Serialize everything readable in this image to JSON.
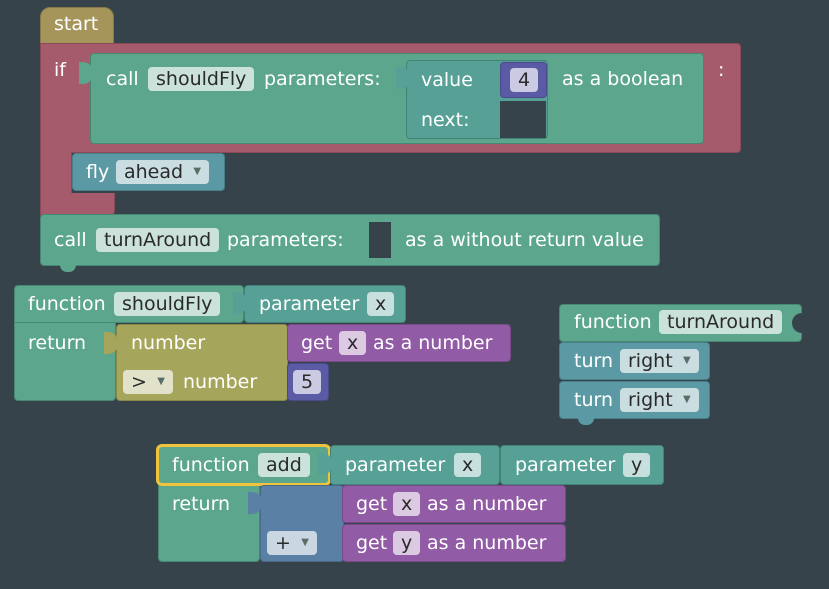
{
  "workspace": {
    "start_label": "start",
    "if_block": {
      "if_label": "if",
      "else_marker": ":",
      "call_label": "call",
      "call_name": "shouldFly",
      "parameters_label": "parameters:",
      "value_label": "value",
      "value_number": "4",
      "next_label": "next:",
      "return_type": "as a boolean"
    },
    "fly_block": {
      "label": "fly",
      "option": "ahead"
    },
    "call_turn": {
      "call_label": "call",
      "name": "turnAround",
      "parameters_label": "parameters:",
      "return_type": "as a without return value"
    },
    "fn_shouldfly": {
      "function_label": "function",
      "name": "shouldFly",
      "parameter_label": "parameter",
      "param": "x",
      "return_label": "return",
      "number_label": "number",
      "operator": ">",
      "number_label2": "number",
      "get_label": "get",
      "get_var": "x",
      "get_type": "as a number",
      "constant": "5"
    },
    "fn_turnaround": {
      "function_label": "function",
      "name": "turnAround",
      "turn1_label": "turn",
      "turn1_option": "right",
      "turn2_label": "turn",
      "turn2_option": "right"
    },
    "fn_add": {
      "function_label": "function",
      "name": "add",
      "param1_label": "parameter",
      "param1": "x",
      "param2_label": "parameter",
      "param2": "y",
      "return_label": "return",
      "operator": "+",
      "get1_label": "get",
      "get1_var": "x",
      "get1_type": "as a number",
      "get2_label": "get",
      "get2_var": "y",
      "get2_type": "as a number"
    }
  },
  "colors": {
    "background": "#37434b",
    "procedure": "#5ba68d",
    "logic_if": "#a55b6b",
    "event_start": "#a5955b",
    "math_compare": "#a5a55b",
    "variable_get": "#915ba5",
    "number_literal": "#5b5ba5",
    "math_arith": "#5b80a5",
    "movement": "#5b9aa5",
    "selection": "#f0c33c"
  }
}
